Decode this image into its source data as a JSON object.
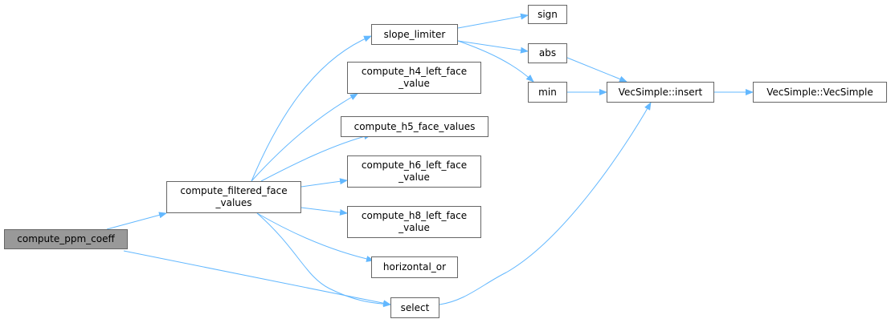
{
  "diagram": {
    "type": "call-graph",
    "colors": {
      "edge": "#63b8ff",
      "node_border": "#666666",
      "root_fill": "#999999",
      "node_fill": "#ffffff"
    },
    "nodes": [
      {
        "id": "compute_ppm_coeff",
        "lines": [
          "compute_ppm_coeff"
        ],
        "root": true
      },
      {
        "id": "compute_filtered_face_values",
        "lines": [
          "compute_filtered_face",
          "_values"
        ]
      },
      {
        "id": "select",
        "lines": [
          "select"
        ]
      },
      {
        "id": "slope_limiter",
        "lines": [
          "slope_limiter"
        ]
      },
      {
        "id": "compute_h4_left_face_value",
        "lines": [
          "compute_h4_left_face",
          "_value"
        ]
      },
      {
        "id": "compute_h5_face_values",
        "lines": [
          "compute_h5_face_values"
        ]
      },
      {
        "id": "compute_h6_left_face_value",
        "lines": [
          "compute_h6_left_face",
          "_value"
        ]
      },
      {
        "id": "compute_h8_left_face_value",
        "lines": [
          "compute_h8_left_face",
          "_value"
        ]
      },
      {
        "id": "horizontal_or",
        "lines": [
          "horizontal_or"
        ]
      },
      {
        "id": "sign",
        "lines": [
          "sign"
        ]
      },
      {
        "id": "abs",
        "lines": [
          "abs"
        ]
      },
      {
        "id": "min",
        "lines": [
          "min"
        ]
      },
      {
        "id": "vecsimple_insert",
        "lines": [
          "VecSimple::insert"
        ]
      },
      {
        "id": "vecsimple_ctor",
        "lines": [
          "VecSimple::VecSimple"
        ]
      }
    ],
    "edges": [
      {
        "from": "compute_ppm_coeff",
        "to": "compute_filtered_face_values"
      },
      {
        "from": "compute_ppm_coeff",
        "to": "select"
      },
      {
        "from": "compute_filtered_face_values",
        "to": "slope_limiter"
      },
      {
        "from": "compute_filtered_face_values",
        "to": "compute_h4_left_face_value"
      },
      {
        "from": "compute_filtered_face_values",
        "to": "compute_h5_face_values"
      },
      {
        "from": "compute_filtered_face_values",
        "to": "compute_h6_left_face_value"
      },
      {
        "from": "compute_filtered_face_values",
        "to": "compute_h8_left_face_value"
      },
      {
        "from": "compute_filtered_face_values",
        "to": "horizontal_or"
      },
      {
        "from": "compute_filtered_face_values",
        "to": "select"
      },
      {
        "from": "slope_limiter",
        "to": "sign"
      },
      {
        "from": "slope_limiter",
        "to": "abs"
      },
      {
        "from": "slope_limiter",
        "to": "min"
      },
      {
        "from": "abs",
        "to": "vecsimple_insert"
      },
      {
        "from": "min",
        "to": "vecsimple_insert"
      },
      {
        "from": "select",
        "to": "vecsimple_insert"
      },
      {
        "from": "vecsimple_insert",
        "to": "vecsimple_ctor"
      }
    ]
  }
}
